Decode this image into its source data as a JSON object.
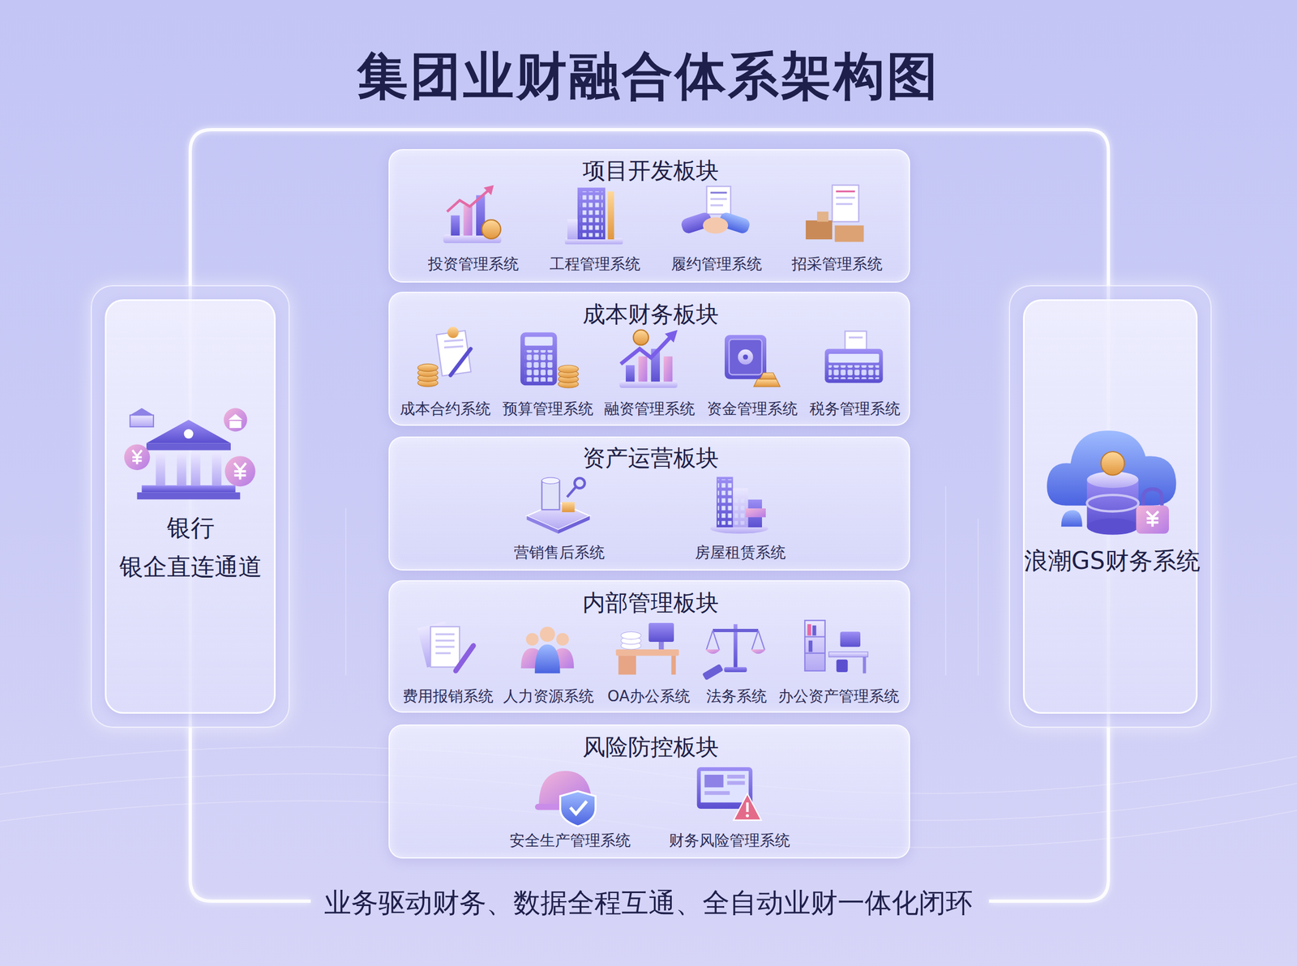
{
  "diagram": {
    "title": "集团业财融合体系架构图",
    "caption": "业务驱动财务、数据全程互通、全自动业财一体化闭环",
    "nodes": [
      {
        "text": [
          "银行",
          "银企直连通道"
        ]
      },
      {
        "text": [
          "项目开发板块",
          "投资管理系统",
          "工程管理系统",
          "履约管理系统",
          "招采管理系统"
        ]
      },
      {
        "text": [
          "成本财务板块",
          "成本合约系统",
          "预算管理系统",
          "融资管理系统",
          "资金管理系统",
          "税务管理系统"
        ]
      },
      {
        "text": [
          "资产运营板块",
          "营销售后系统",
          "房屋租赁系统"
        ]
      },
      {
        "text": [
          "内部管理板块",
          "费用报销系统",
          "人力资源系统",
          "OA办公系统",
          "法务系统",
          "办公资产管理系统"
        ]
      },
      {
        "text": [
          "风险防控板块",
          "安全生产管理系统",
          "财务风险管理系统"
        ]
      },
      {
        "text": [
          "浪潮GS财务系统"
        ]
      }
    ],
    "edges": [
      {
        "from": 0,
        "to": 2,
        "arrow": "to"
      },
      {
        "from": 2,
        "to": 0,
        "arrow": "to"
      },
      {
        "from": 2,
        "to": 6,
        "arrow": "to"
      },
      {
        "from": 6,
        "to": 2,
        "arrow": "to"
      }
    ]
  }
}
